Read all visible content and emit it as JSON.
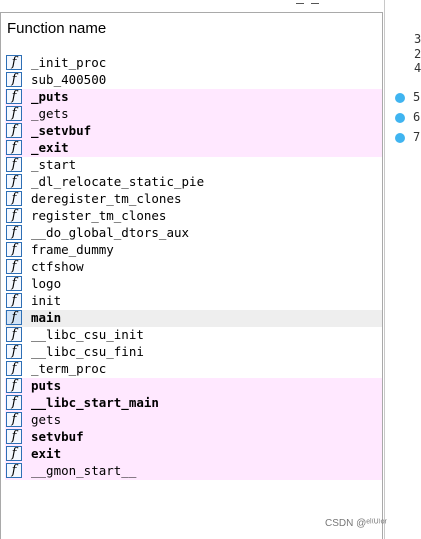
{
  "panel": {
    "column_header": "Function name"
  },
  "functions": [
    {
      "name": "_init_proc",
      "bold": false,
      "highlight": false,
      "selected": false
    },
    {
      "name": "sub_400500",
      "bold": false,
      "highlight": false,
      "selected": false
    },
    {
      "name": "_puts",
      "bold": true,
      "highlight": true,
      "selected": false
    },
    {
      "name": "_gets",
      "bold": false,
      "highlight": true,
      "selected": false
    },
    {
      "name": "_setvbuf",
      "bold": true,
      "highlight": true,
      "selected": false
    },
    {
      "name": "_exit",
      "bold": true,
      "highlight": true,
      "selected": false
    },
    {
      "name": "_start",
      "bold": false,
      "highlight": false,
      "selected": false
    },
    {
      "name": "_dl_relocate_static_pie",
      "bold": false,
      "highlight": false,
      "selected": false
    },
    {
      "name": "deregister_tm_clones",
      "bold": false,
      "highlight": false,
      "selected": false
    },
    {
      "name": "register_tm_clones",
      "bold": false,
      "highlight": false,
      "selected": false
    },
    {
      "name": "__do_global_dtors_aux",
      "bold": false,
      "highlight": false,
      "selected": false
    },
    {
      "name": "frame_dummy",
      "bold": false,
      "highlight": false,
      "selected": false
    },
    {
      "name": "ctfshow",
      "bold": false,
      "highlight": false,
      "selected": false
    },
    {
      "name": "logo",
      "bold": false,
      "highlight": false,
      "selected": false
    },
    {
      "name": "init",
      "bold": false,
      "highlight": false,
      "selected": false
    },
    {
      "name": "main",
      "bold": true,
      "highlight": false,
      "selected": true
    },
    {
      "name": "__libc_csu_init",
      "bold": false,
      "highlight": false,
      "selected": false
    },
    {
      "name": "__libc_csu_fini",
      "bold": false,
      "highlight": false,
      "selected": false
    },
    {
      "name": "_term_proc",
      "bold": false,
      "highlight": false,
      "selected": false
    },
    {
      "name": "puts",
      "bold": true,
      "highlight": true,
      "selected": false
    },
    {
      "name": "__libc_start_main",
      "bold": true,
      "highlight": true,
      "selected": false
    },
    {
      "name": "gets",
      "bold": false,
      "highlight": true,
      "selected": false
    },
    {
      "name": "setvbuf",
      "bold": true,
      "highlight": true,
      "selected": false
    },
    {
      "name": "exit",
      "bold": true,
      "highlight": true,
      "selected": false
    },
    {
      "name": "__gmon_start__",
      "bold": false,
      "highlight": true,
      "selected": false
    }
  ],
  "function_icon_glyph": "f",
  "right_pane": {
    "digits": [
      "3",
      "2",
      "4"
    ],
    "bullets": [
      "5",
      "6",
      "7"
    ]
  },
  "watermark": "CSDN @ᵉˡ⁽ᵁ⁾ᵒʳ",
  "colors": {
    "highlight_row": "#ffe8ff",
    "selected_row": "#eeeeee",
    "icon_border": "#2e6fb5",
    "bullet": "#40b4f0"
  }
}
